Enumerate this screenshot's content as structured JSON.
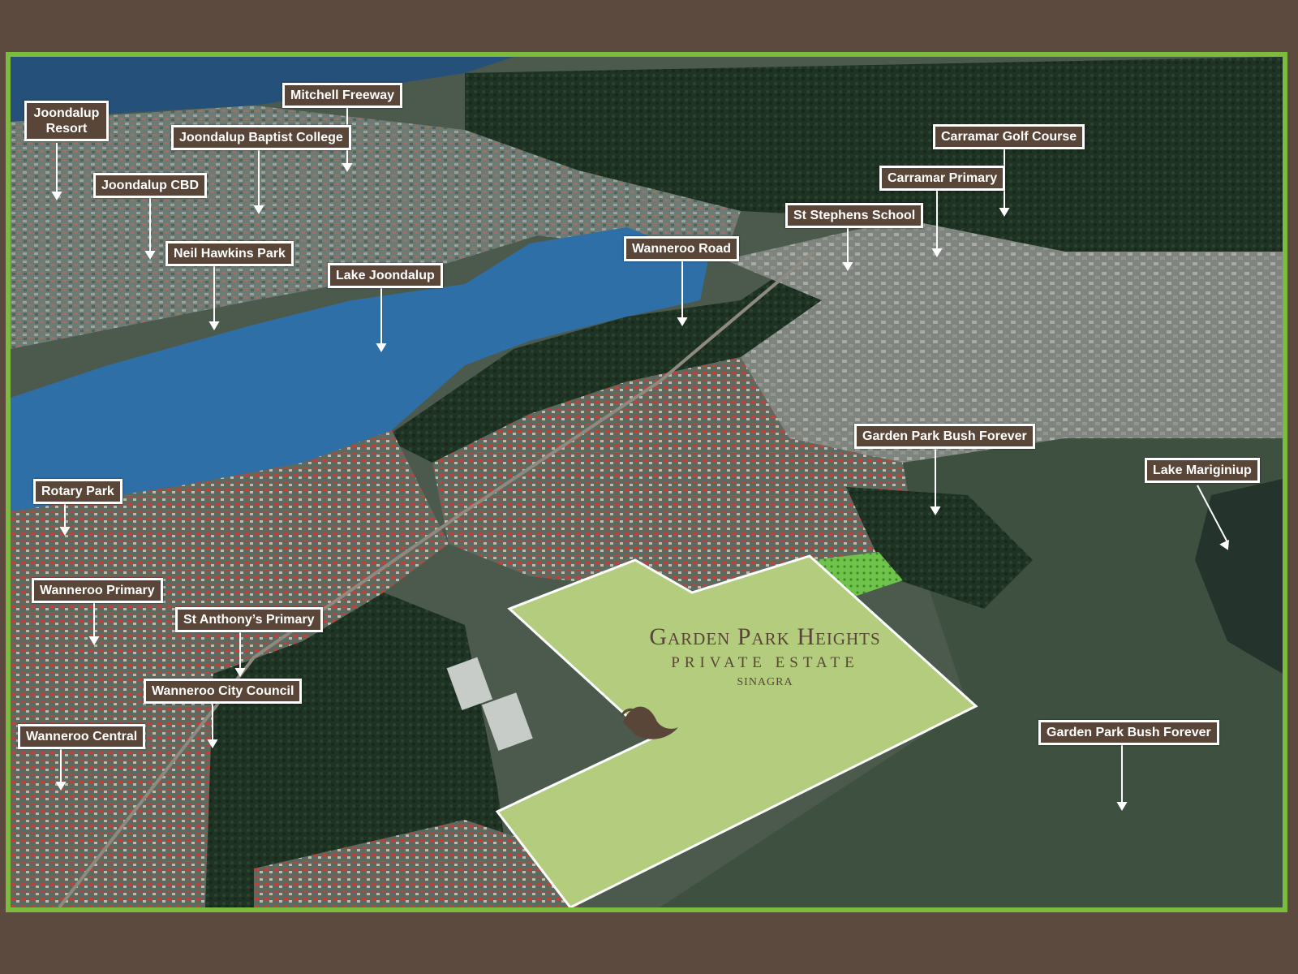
{
  "map": {
    "estate": {
      "title": "Garden Park Heights",
      "subtitle": "PRIVATE ESTATE",
      "location": "SINAGRA",
      "fill_color": "#b4cc7e"
    },
    "labels": [
      {
        "id": "joondalup-resort",
        "text": "Joondalup Resort"
      },
      {
        "id": "mitchell-freeway",
        "text": "Mitchell Freeway"
      },
      {
        "id": "joondalup-baptist-college",
        "text": "Joondalup Baptist College"
      },
      {
        "id": "joondalup-cbd",
        "text": "Joondalup CBD"
      },
      {
        "id": "neil-hawkins-park",
        "text": "Neil Hawkins Park"
      },
      {
        "id": "lake-joondalup",
        "text": "Lake Joondalup"
      },
      {
        "id": "wanneroo-road",
        "text": "Wanneroo Road"
      },
      {
        "id": "st-stephens-school",
        "text": "St Stephens School"
      },
      {
        "id": "carramar-primary",
        "text": "Carramar Primary"
      },
      {
        "id": "carramar-golf-course",
        "text": "Carramar Golf Course"
      },
      {
        "id": "garden-park-bush-forever-1",
        "text": "Garden Park Bush Forever"
      },
      {
        "id": "lake-mariginiup",
        "text": "Lake Mariginiup"
      },
      {
        "id": "rotary-park",
        "text": "Rotary Park"
      },
      {
        "id": "wanneroo-primary",
        "text": "Wanneroo Primary"
      },
      {
        "id": "st-anthonys-primary",
        "text": "St Anthony’s Primary"
      },
      {
        "id": "wanneroo-city-council",
        "text": "Wanneroo City Council"
      },
      {
        "id": "wanneroo-central",
        "text": "Wanneroo Central"
      },
      {
        "id": "garden-park-bush-forever-2",
        "text": "Garden Park Bush Forever"
      }
    ],
    "colors": {
      "frame": "#5b4a3d",
      "border": "#7dbb3f",
      "label_bg": "#5a4638",
      "lake": "#2f6fa8",
      "bush": "#1f3324",
      "suburb": "#6d7a72"
    }
  }
}
